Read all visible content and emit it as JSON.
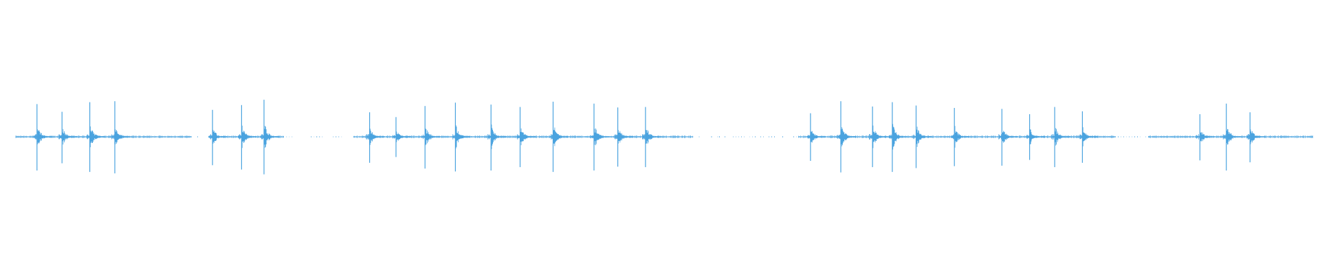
{
  "waveform": {
    "color": "#4aa3df",
    "peaks": [
      {
        "t": 0.028,
        "up": 0.68,
        "down": 0.7
      },
      {
        "t": 0.047,
        "up": 0.52,
        "down": 0.55
      },
      {
        "t": 0.068,
        "up": 0.72,
        "down": 0.73
      },
      {
        "t": 0.087,
        "up": 0.74,
        "down": 0.76
      },
      {
        "t": 0.161,
        "up": 0.56,
        "down": 0.59
      },
      {
        "t": 0.183,
        "up": 0.66,
        "down": 0.68
      },
      {
        "t": 0.2,
        "up": 0.77,
        "down": 0.78
      },
      {
        "t": 0.28,
        "up": 0.51,
        "down": 0.54
      },
      {
        "t": 0.3,
        "up": 0.41,
        "down": 0.42
      },
      {
        "t": 0.322,
        "up": 0.64,
        "down": 0.66
      },
      {
        "t": 0.345,
        "up": 0.71,
        "down": 0.72
      },
      {
        "t": 0.372,
        "up": 0.67,
        "down": 0.7
      },
      {
        "t": 0.394,
        "up": 0.62,
        "down": 0.63
      },
      {
        "t": 0.419,
        "up": 0.73,
        "down": 0.73
      },
      {
        "t": 0.45,
        "up": 0.69,
        "down": 0.7
      },
      {
        "t": 0.468,
        "up": 0.61,
        "down": 0.62
      },
      {
        "t": 0.489,
        "up": 0.62,
        "down": 0.63
      },
      {
        "t": 0.614,
        "up": 0.49,
        "down": 0.5
      },
      {
        "t": 0.637,
        "up": 0.74,
        "down": 0.74
      },
      {
        "t": 0.661,
        "up": 0.63,
        "down": 0.63
      },
      {
        "t": 0.676,
        "up": 0.72,
        "down": 0.73
      },
      {
        "t": 0.694,
        "up": 0.65,
        "down": 0.65
      },
      {
        "t": 0.723,
        "up": 0.6,
        "down": 0.61
      },
      {
        "t": 0.759,
        "up": 0.58,
        "down": 0.6
      },
      {
        "t": 0.78,
        "up": 0.47,
        "down": 0.48
      },
      {
        "t": 0.799,
        "up": 0.62,
        "down": 0.63
      },
      {
        "t": 0.82,
        "up": 0.53,
        "down": 0.54
      },
      {
        "t": 0.909,
        "up": 0.47,
        "down": 0.49
      },
      {
        "t": 0.929,
        "up": 0.69,
        "down": 0.7
      },
      {
        "t": 0.947,
        "up": 0.51,
        "down": 0.53
      }
    ],
    "segments": [
      {
        "start": 0.012,
        "end": 0.145,
        "level": "active"
      },
      {
        "start": 0.145,
        "end": 0.158,
        "level": "quiet"
      },
      {
        "start": 0.158,
        "end": 0.215,
        "level": "active"
      },
      {
        "start": 0.215,
        "end": 0.268,
        "level": "sparse"
      },
      {
        "start": 0.268,
        "end": 0.525,
        "level": "active"
      },
      {
        "start": 0.525,
        "end": 0.545,
        "level": "quiet"
      },
      {
        "start": 0.545,
        "end": 0.605,
        "level": "sparse"
      },
      {
        "start": 0.605,
        "end": 0.845,
        "level": "active"
      },
      {
        "start": 0.845,
        "end": 0.87,
        "level": "sparse"
      },
      {
        "start": 0.87,
        "end": 0.995,
        "level": "active"
      }
    ]
  }
}
